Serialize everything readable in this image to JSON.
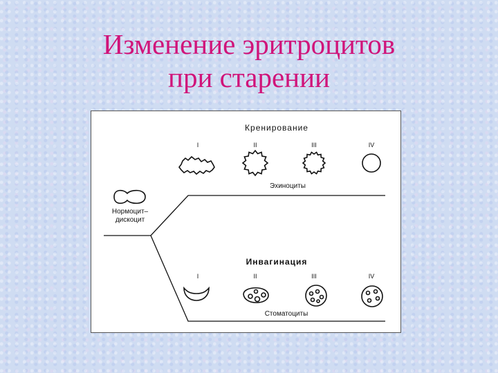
{
  "slide": {
    "title_line1": "Изменение эритроцитов",
    "title_line2": "при старении"
  },
  "diagram": {
    "crenation_heading": "Кренирование",
    "echinocytes_label": "Эхиноциты",
    "normocyte_line1": "Нормоцит–",
    "normocyte_line2": "дискоцит",
    "invagination_heading": "Инвагинация",
    "stomatocytes_label": "Стоматоциты",
    "stage_numerals_top": [
      "I",
      "II",
      "III",
      "IV"
    ],
    "stage_numerals_bottom": [
      "I",
      "II",
      "III",
      "IV"
    ]
  }
}
